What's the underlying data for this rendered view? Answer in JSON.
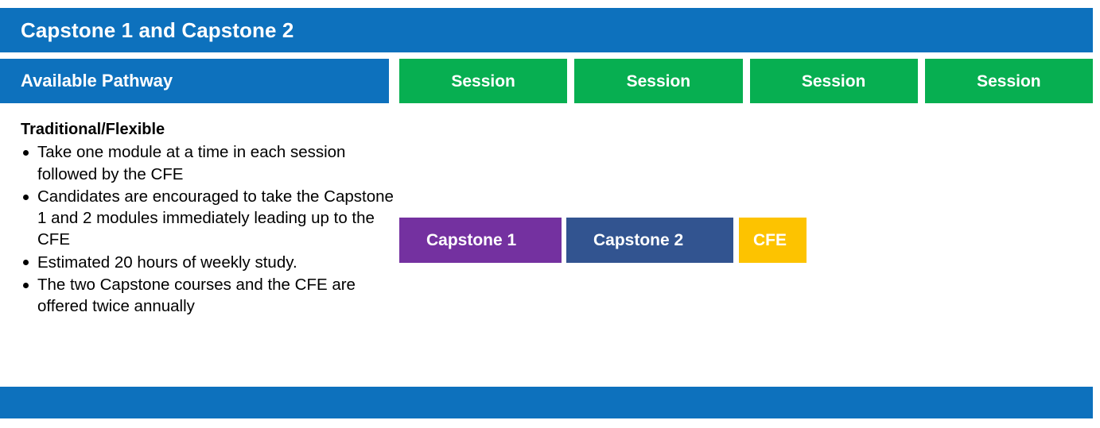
{
  "slide": {
    "title": "Capstone 1 and Capstone 2",
    "pathway_header": "Available Pathway",
    "session_columns": [
      {
        "label": "Session"
      },
      {
        "label": "Session"
      },
      {
        "label": "Session"
      },
      {
        "label": "Session"
      }
    ],
    "pathway": {
      "heading": "Traditional/Flexible",
      "bullets": [
        "Take one module at a time in each session followed by the CFE",
        "Candidates are encouraged to take the Capstone 1 and 2 modules immediately leading up to the CFE",
        "Estimated 20 hours of weekly study.",
        "The two Capstone courses and the CFE are offered twice annually"
      ]
    },
    "modules": [
      {
        "label": "Capstone 1",
        "color": "#7431a0"
      },
      {
        "label": "Capstone 2",
        "color": "#325490"
      },
      {
        "label": "CFE",
        "color": "#fdc300"
      }
    ]
  },
  "colors": {
    "header_blue": "#0d71bd",
    "session_green": "#07af51",
    "capstone1_purple": "#7431a0",
    "capstone2_navy": "#325490",
    "cfe_gold": "#fdc300",
    "text_dark": "#000000",
    "text_light": "#ffffff"
  }
}
